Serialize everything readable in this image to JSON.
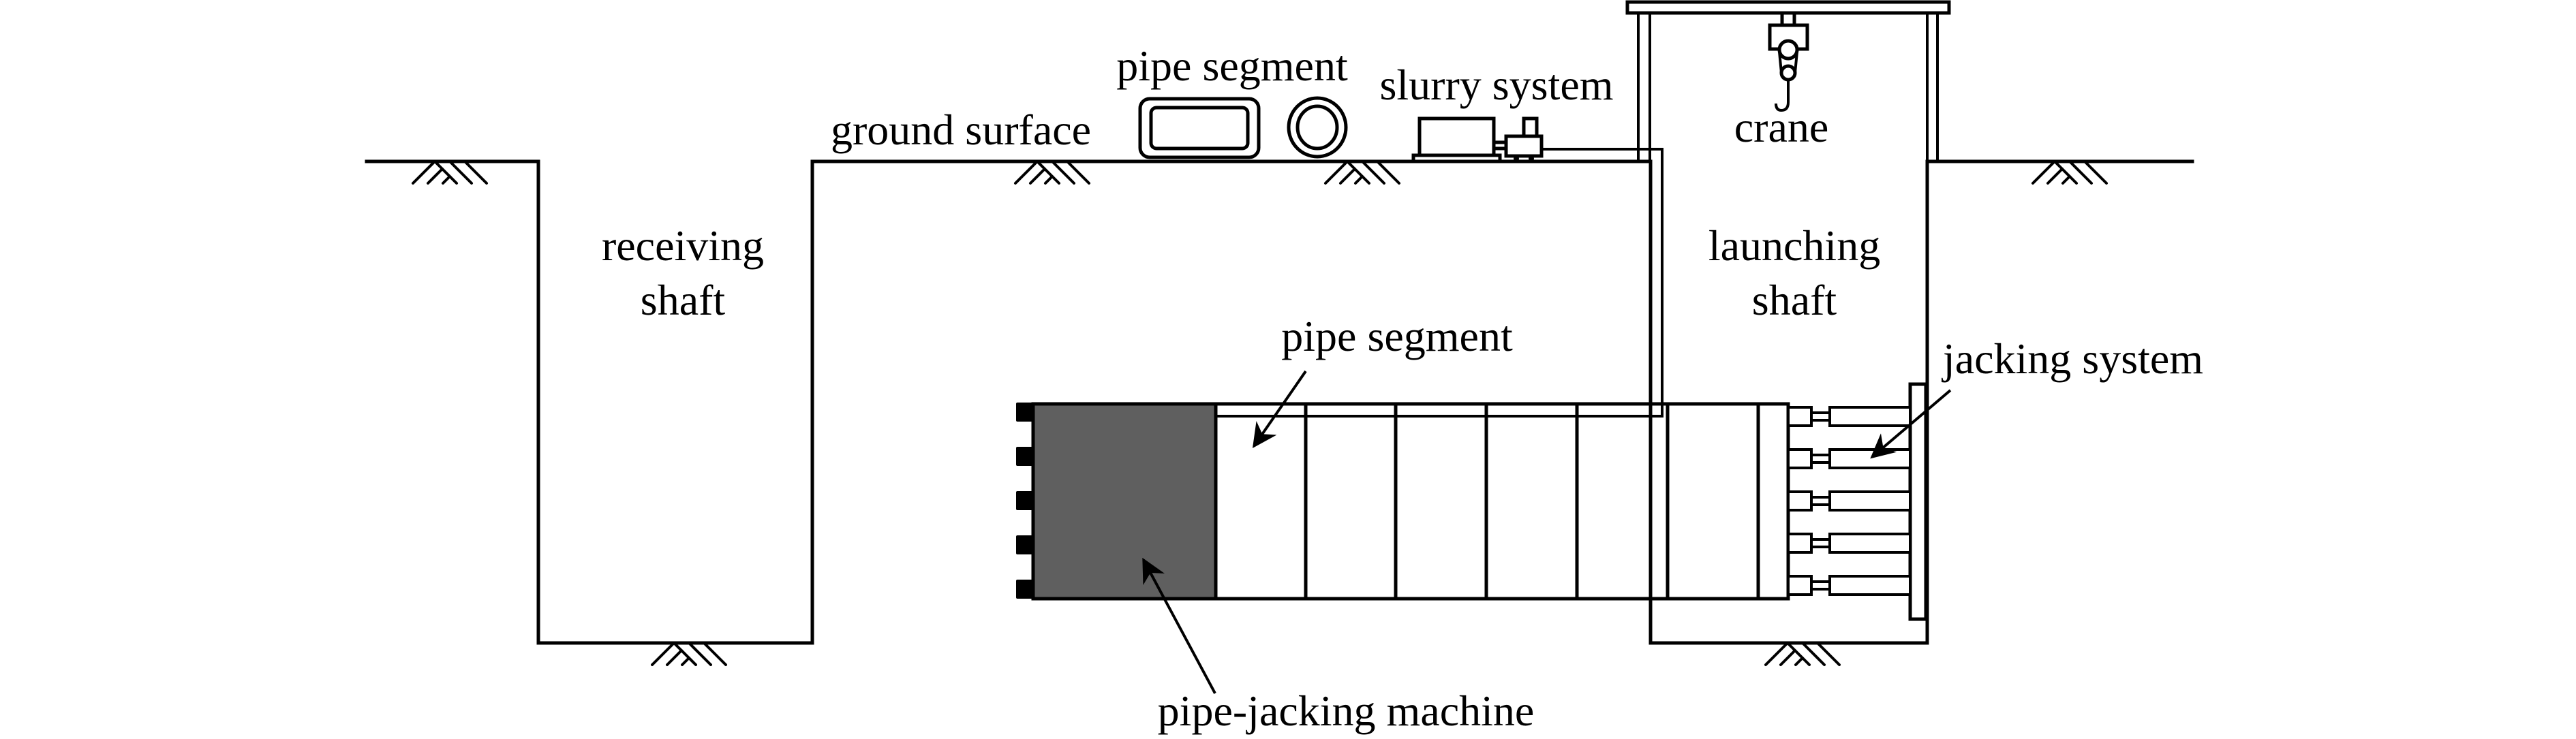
{
  "title": "Pipe-jacking construction schematic",
  "labels": {
    "receiving_shaft_line1": "receiving",
    "receiving_shaft_line2": "shaft",
    "ground_surface": "ground surface",
    "pipe_segment_stock": "pipe segment",
    "slurry_system": "slurry system",
    "crane": "crane",
    "launching_shaft_line1": "launching",
    "launching_shaft_line2": "shaft",
    "pipe_segment_installed": "pipe segment",
    "jacking_system": "jacking system",
    "pipe_jacking_machine": "pipe-jacking machine"
  },
  "components": {
    "installed_pipe_segments": 6,
    "jacks": 5,
    "cutter_teeth": 5,
    "stock_pipe_shapes": [
      "rectangular",
      "circular"
    ]
  },
  "colors": {
    "line": "#000000",
    "machine_fill": "#5f5f5f",
    "background": "#ffffff"
  }
}
